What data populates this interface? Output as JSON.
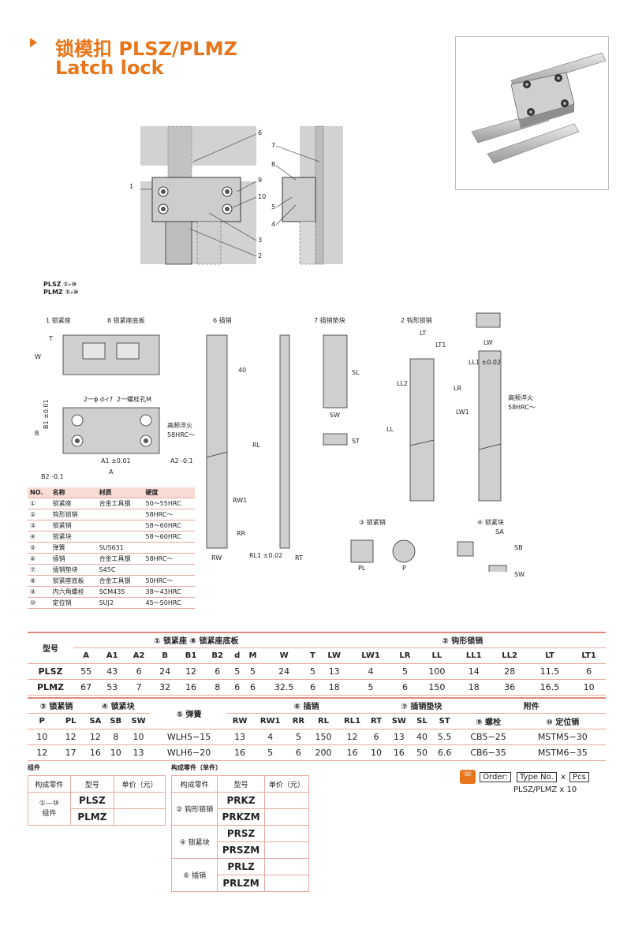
{
  "header": {
    "title_cn": "锁模扣 PLSZ/PLMZ",
    "title_en": "Latch lock"
  },
  "assembly_labels": [
    "1",
    "2",
    "3",
    "4",
    "5",
    "6",
    "7",
    "8",
    "9",
    "10"
  ],
  "series_note": [
    "PLSZ ①-⑩",
    "PLMZ ①-⑩"
  ],
  "parts": {
    "p1": "1 锁紧座",
    "p8": "8 锁紧座底板",
    "p6": "6 插销",
    "p7": "7 插销垫块",
    "p2": "2 钩形锁销",
    "p3": "③ 锁紧销",
    "p4": "④ 锁紧块"
  },
  "dims": {
    "W": "W",
    "T": "T",
    "B": "B",
    "B1": "B1 ±0.01",
    "B2": "B2 -0.1",
    "A1": "A1 ±0.01",
    "A": "A",
    "A2": "A2 -0.1",
    "hole1": "2一ɸ d-r7",
    "hole2": "2一螺栓孔M",
    "hard1": "高频淬火",
    "hard2": "58HRC～",
    "v40": "40",
    "RL": "RL",
    "RW1": "RW1",
    "RR": "RR",
    "RW": "RW",
    "RL1": "RL1 ±0.02",
    "RT": "RT",
    "SL": "SL",
    "SW": "SW",
    "ST": "ST",
    "LT": "LT",
    "LT1": "LT1",
    "LL2": "LL2",
    "LR": "LR",
    "LL": "LL",
    "LW": "LW",
    "LL1": "LL1 ±0.02",
    "LW1": "LW1",
    "PL": "PL",
    "P": "P",
    "SA": "SA",
    "SB": "SB",
    "SW2": "SW"
  },
  "material_table": {
    "headers": [
      "NO.",
      "名称",
      "材质",
      "硬度"
    ],
    "rows": [
      [
        "①",
        "锁紧座",
        "合金工具钢",
        "50～55HRC"
      ],
      [
        "②",
        "钩形锁销",
        "",
        "58HRC～"
      ],
      [
        "③",
        "锁紧销",
        "",
        "58～60HRC"
      ],
      [
        "④",
        "锁紧块",
        "",
        "58～60HRC"
      ],
      [
        "⑤",
        "弹簧",
        "SUS631",
        ""
      ],
      [
        "⑥",
        "插销",
        "合金工具钢",
        "58HRC～"
      ],
      [
        "⑦",
        "插销垫块",
        "S45C",
        ""
      ],
      [
        "⑧",
        "锁紧座底板",
        "合金工具钢",
        "50HRC～"
      ],
      [
        "⑨",
        "内六角螺栓",
        "SCM435",
        "38～43HRC"
      ],
      [
        "⑩",
        "定位销",
        "SUJ2",
        "45～50HRC"
      ]
    ]
  },
  "spec1": {
    "model_label": "型号",
    "group1": "① 锁紧座 ⑧ 锁紧座底板",
    "group2": "② 钩形锁销",
    "cols1": [
      "A",
      "A1",
      "A2",
      "B",
      "B1",
      "B2",
      "d",
      "M",
      "W",
      "T"
    ],
    "cols2": [
      "LW",
      "LW1",
      "LR",
      "LL",
      "LL1",
      "LL2",
      "LT",
      "LT1"
    ],
    "rows": [
      {
        "model": "PLSZ",
        "v1": [
          "55",
          "43",
          "6",
          "24",
          "12",
          "6",
          "5",
          "5",
          "24",
          "5"
        ],
        "v2": [
          "13",
          "4",
          "5",
          "100",
          "14",
          "28",
          "11.5",
          "6"
        ]
      },
      {
        "model": "PLMZ",
        "v1": [
          "67",
          "53",
          "7",
          "32",
          "16",
          "8",
          "6",
          "6",
          "32.5",
          "6"
        ],
        "v2": [
          "18",
          "5",
          "6",
          "150",
          "18",
          "36",
          "16.5",
          "10"
        ]
      }
    ]
  },
  "spec2": {
    "g3": "③ 锁紧销",
    "g4": "④ 锁紧块",
    "g5": "⑤ 弹簧",
    "g6": "⑥ 插销",
    "g7": "⑦ 插销垫块",
    "g8": "附件",
    "cols": [
      "P",
      "PL",
      "SA",
      "SB",
      "SW",
      "RW",
      "RW1",
      "RR",
      "RL",
      "RL1",
      "RT",
      "SW",
      "SL",
      "ST"
    ],
    "acc_cols": [
      "⑨ 螺栓",
      "⑩ 定位销"
    ],
    "rows": [
      {
        "v": [
          "10",
          "12",
          "12",
          "8",
          "10"
        ],
        "spring": "WLH5−15",
        "v2": [
          "13",
          "4",
          "5",
          "150",
          "12",
          "6",
          "13",
          "40",
          "5.5"
        ],
        "acc": [
          "CB5−25",
          "MSTM5−30"
        ]
      },
      {
        "v": [
          "12",
          "17",
          "16",
          "10",
          "13"
        ],
        "spring": "WLH6−20",
        "v2": [
          "16",
          "5",
          "6",
          "200",
          "16",
          "10",
          "16",
          "50",
          "6.6"
        ],
        "acc": [
          "CB6−35",
          "MSTM6−35"
        ]
      }
    ]
  },
  "components": {
    "title_left": "组件",
    "title_right": "构成零件（单件）",
    "headers": [
      "构成零件",
      "型号",
      "单价（元）"
    ],
    "left_label_top": "①—⑩",
    "left_label_bot": "组件",
    "left_models": [
      "PLSZ",
      "PLMZ"
    ],
    "right_groups": [
      {
        "label": "② 钩形锁销",
        "models": [
          "PRKZ",
          "PRKZM"
        ]
      },
      {
        "label": "④ 锁紧块",
        "models": [
          "PRSZ",
          "PRSZM"
        ]
      },
      {
        "label": "⑥ 插销",
        "models": [
          "PRLZ",
          "PRLZM"
        ]
      }
    ]
  },
  "order": {
    "label": "Order:",
    "type_no": "Type No.",
    "x": "x",
    "pcs": "Pcs",
    "example": "PLSZ/PLMZ  x  10"
  },
  "colors": {
    "accent": "#e8751a",
    "rule": "#e7a9a0",
    "header_fill": "#fadcd6"
  }
}
